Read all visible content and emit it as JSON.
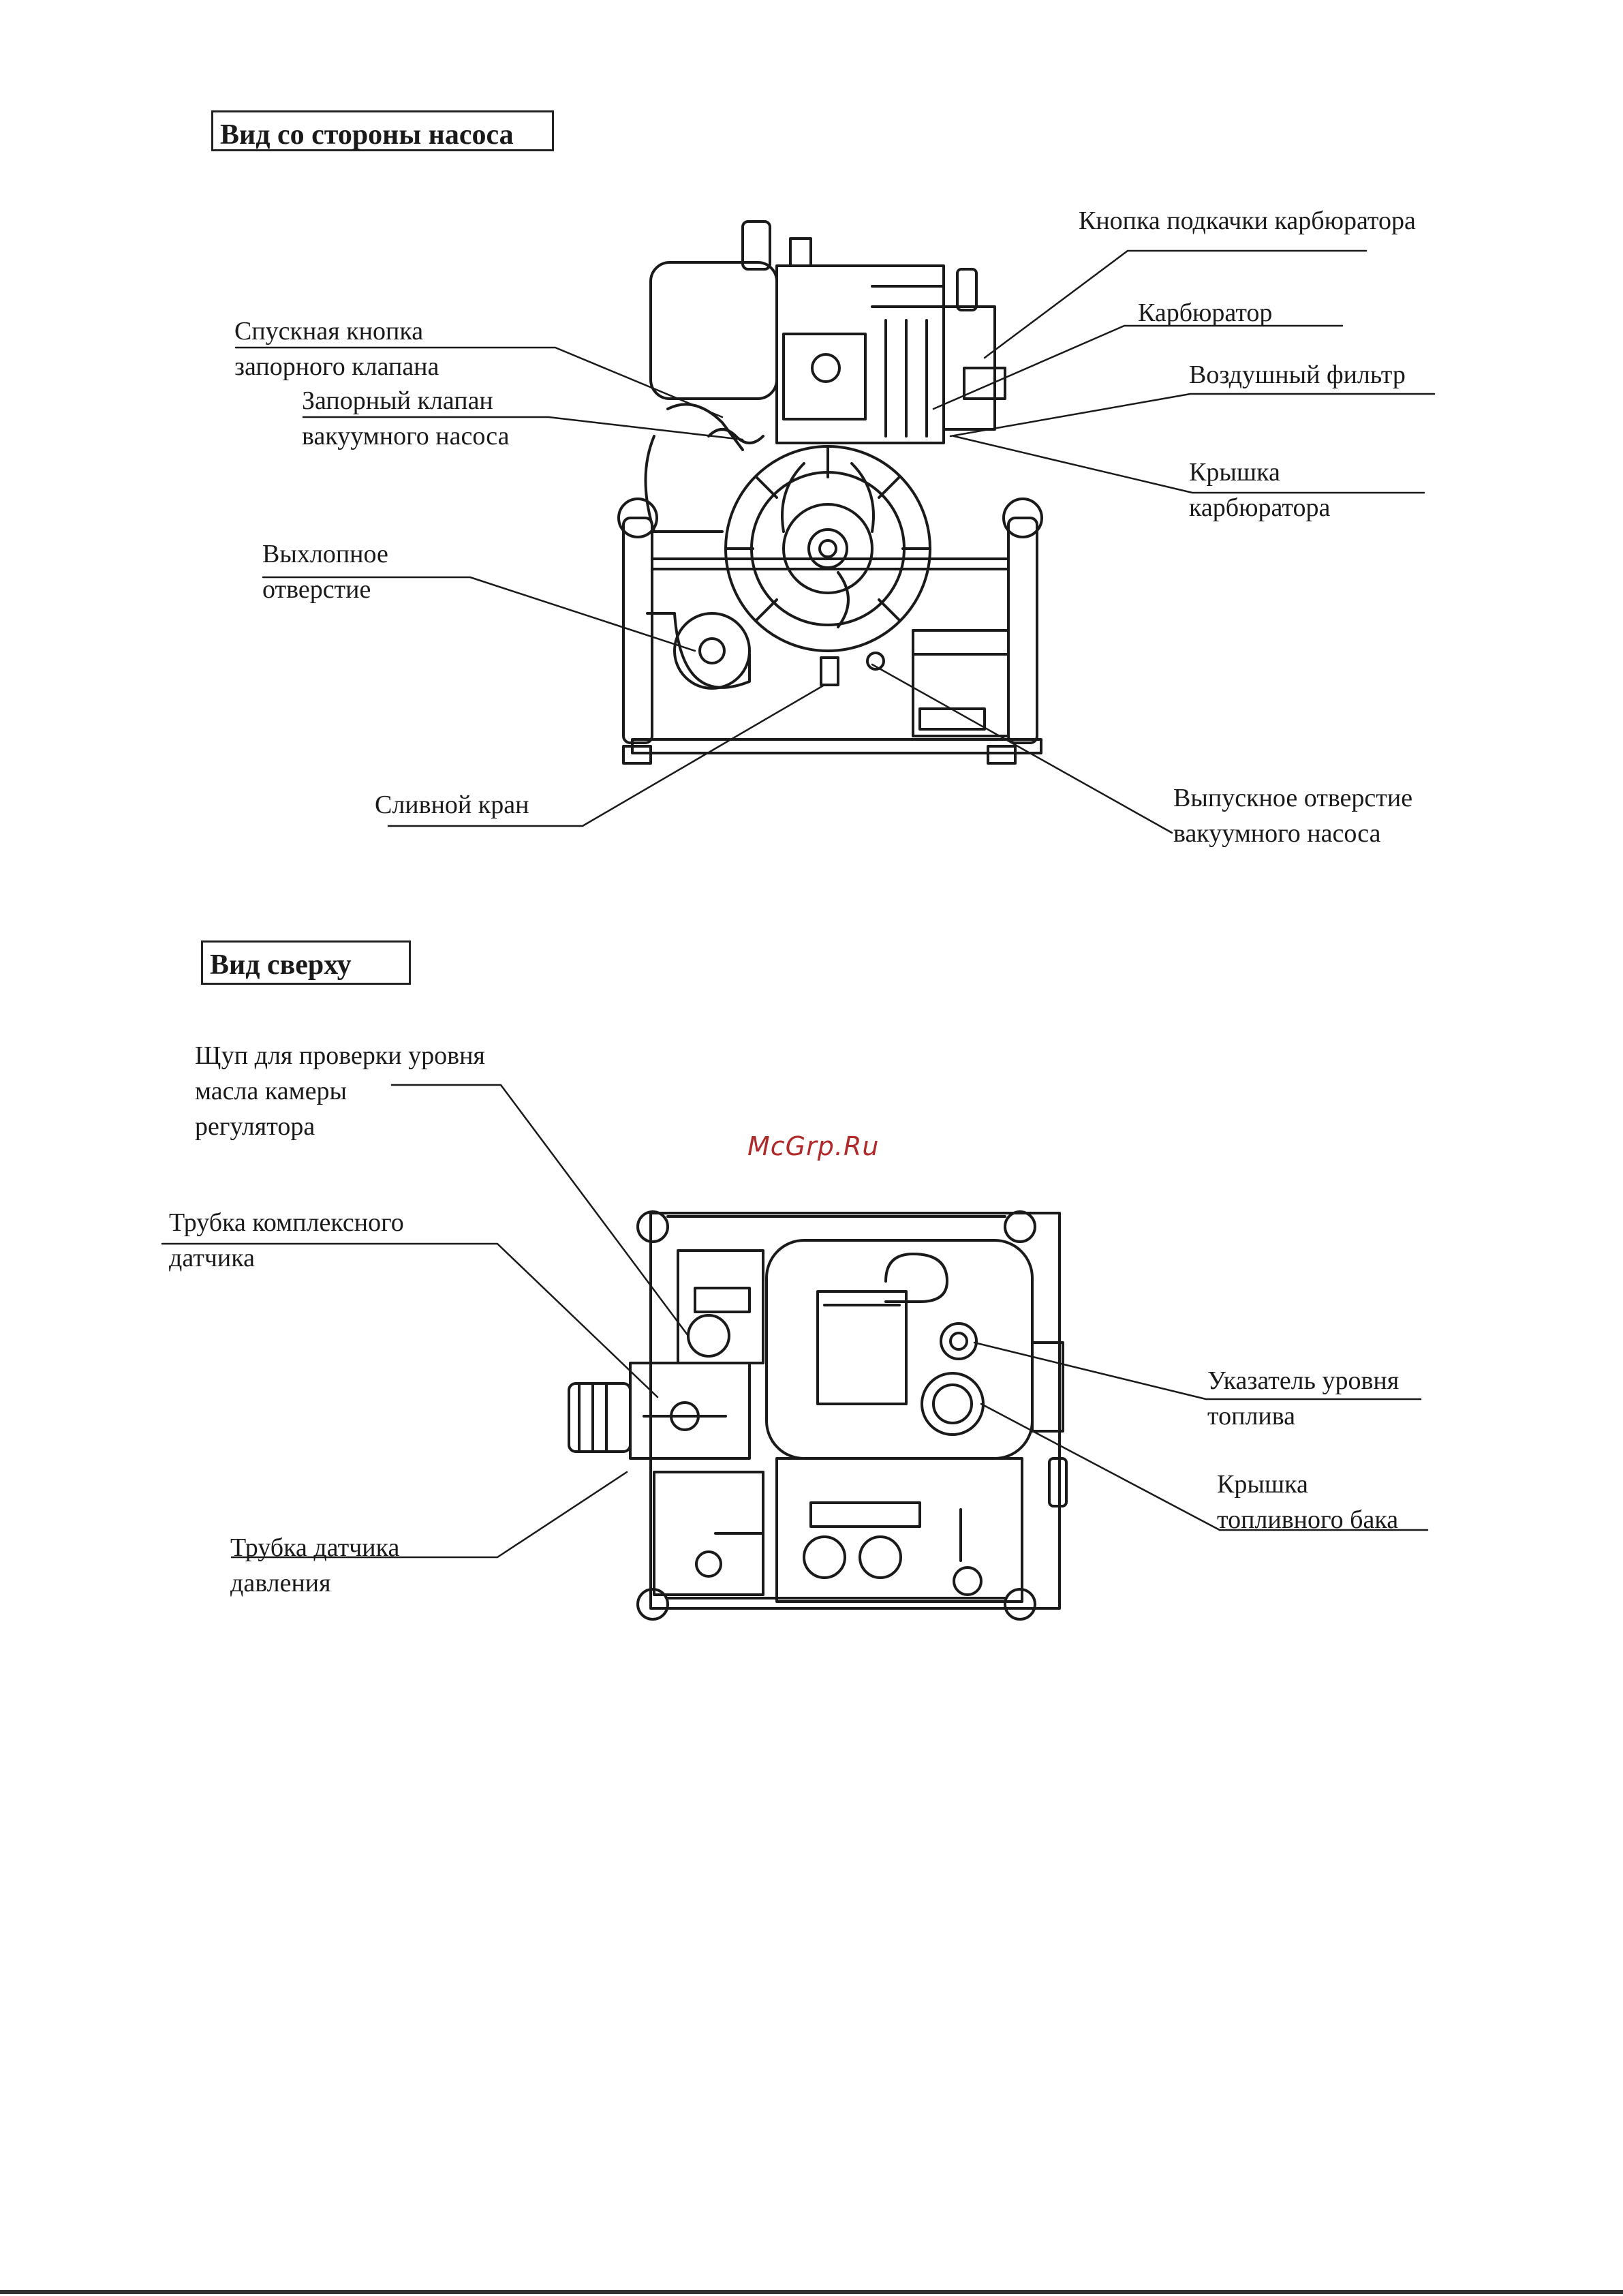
{
  "section_pump": {
    "title": "Вид со стороны насоса",
    "labels": {
      "primer_button": "Кнопка подкачки карбюратора",
      "carburetor": "Карбюратор",
      "air_filter": "Воздушный фильтр",
      "carb_cover": "Крышка\nкарбюратора",
      "check_valve_release": "Спускная кнопка\nзапорного клапана",
      "vacuum_check_valve": "Запорный клапан\nвакуумного насоса",
      "exhaust": "Выхлопное\nотверстие",
      "drain_cock": "Сливной кран",
      "vacuum_outlet": "Выпускное отверстие\nвакуумного насоса"
    }
  },
  "section_top": {
    "title": "Вид сверху",
    "labels": {
      "dipstick": "Щуп для проверки уровня\nмасла камеры\nрегулятора",
      "compound_tube": "Трубка комплексного\nдатчика",
      "fuel_gauge": "Указатель уровня\nтоплива",
      "fuel_cap": "Крышка\nтопливного бака",
      "pressure_tube": "Трубка датчика\nдавления"
    }
  },
  "watermark": "McGrp.Ru"
}
